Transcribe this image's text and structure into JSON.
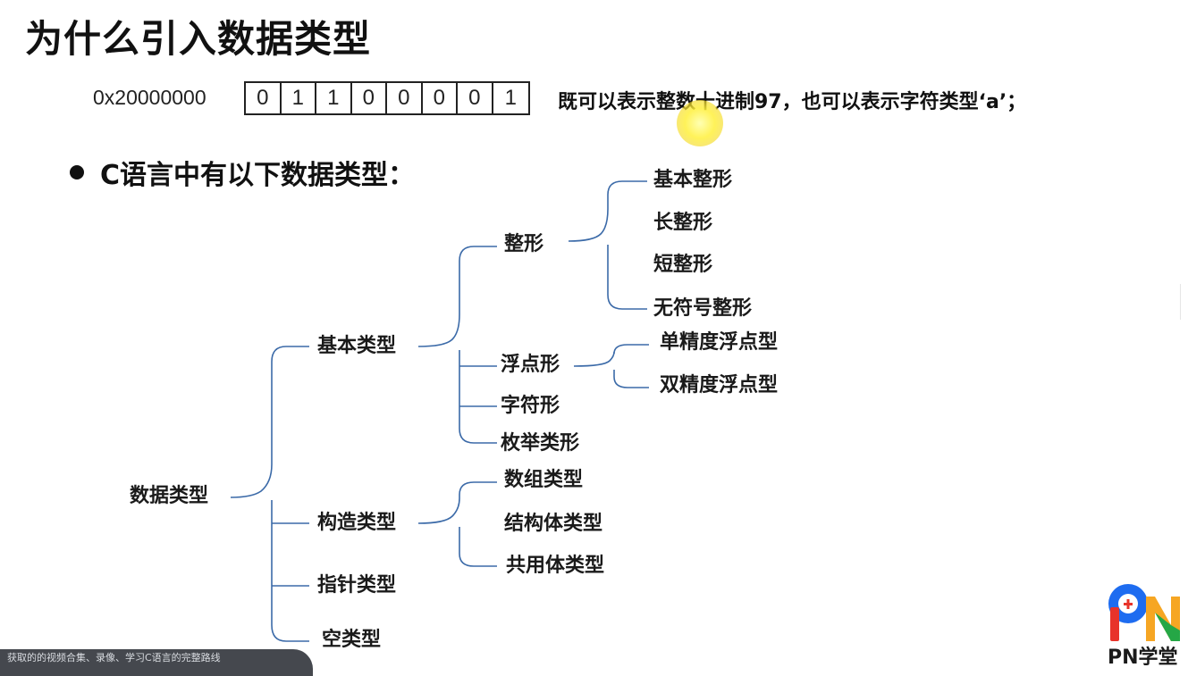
{
  "slide": {
    "title": "为什么引入数据类型",
    "memory_example": {
      "address": "0x20000000",
      "bits": [
        "0",
        "1",
        "1",
        "0",
        "0",
        "0",
        "0",
        "1"
      ],
      "description": "既可以表示整数十进制97，也可以表示字符类型‘a’；"
    },
    "section_heading": "C语言中有以下数据类型："
  },
  "tree": {
    "root": "数据类型",
    "basic": "基本类型",
    "integer": "整形",
    "int_basic": "基本整形",
    "int_long": "长整形",
    "int_short": "短整形",
    "int_unsigned": "无符号整形",
    "float": "浮点形",
    "float_single": "单精度浮点型",
    "float_double": "双精度浮点型",
    "char": "字符形",
    "enum": "枚举类形",
    "construct": "构造类型",
    "array": "数组类型",
    "struct": "结构体类型",
    "union": "共用体类型",
    "pointer": "指针类型",
    "void": "空类型"
  },
  "overlay": {
    "bottom_caption": "获取的的视频合集、录像、学习C语言的完整路线"
  },
  "logo": {
    "text": "PN学堂",
    "colors": [
      "#1e6cf0",
      "#e8332a",
      "#f6a623",
      "#25a746"
    ]
  },
  "colors": {
    "tree_line": "#3b6aa8",
    "cursor_highlight": "#f5dc28"
  }
}
